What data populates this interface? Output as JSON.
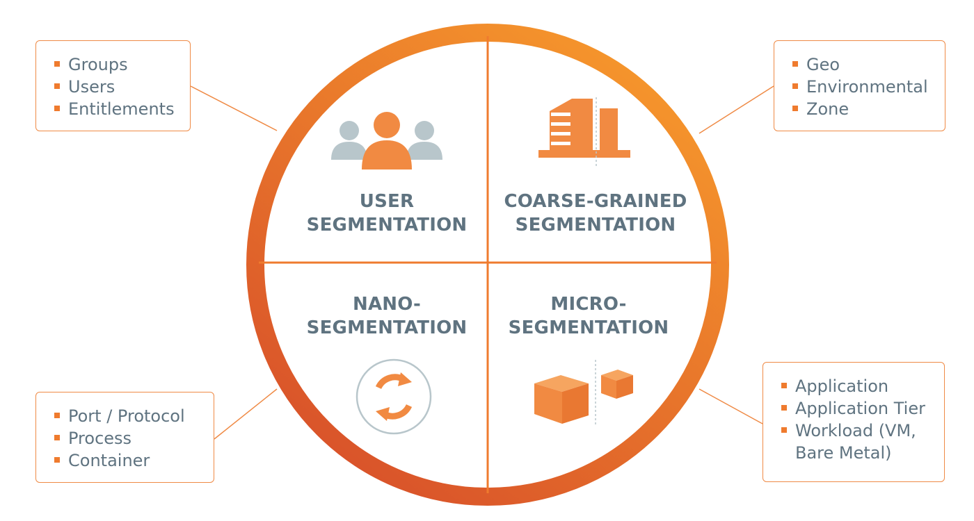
{
  "colors": {
    "ring_start": "#f6972c",
    "ring_end": "#d9532a",
    "accent": "#ef7b2e",
    "icon_orange": "#f18a42",
    "icon_grey": "#b8c6cb",
    "text_grey": "#5f7380"
  },
  "quadrants": {
    "top_left": {
      "title_line1": "USER",
      "title_line2": "SEGMENTATION",
      "icon": "users-group-icon"
    },
    "top_right": {
      "title_line1": "COARSE-GRAINED",
      "title_line2": "SEGMENTATION",
      "icon": "building-icon"
    },
    "bottom_left": {
      "title_line1": "NANO-",
      "title_line2": "SEGMENTATION",
      "icon": "refresh-cycle-icon"
    },
    "bottom_right": {
      "title_line1": "MICRO-",
      "title_line2": "SEGMENTATION",
      "icon": "cubes-icon"
    }
  },
  "callouts": {
    "top_left": {
      "items": [
        "Groups",
        "Users",
        "Entitlements"
      ]
    },
    "top_right": {
      "items": [
        "Geo",
        "Environmental",
        "Zone"
      ]
    },
    "bottom_left": {
      "items": [
        "Port / Protocol",
        "Process",
        "Container"
      ]
    },
    "bottom_right": {
      "items": [
        "Application",
        "Application Tier",
        "Workload (VM,\nBare Metal)"
      ]
    }
  }
}
